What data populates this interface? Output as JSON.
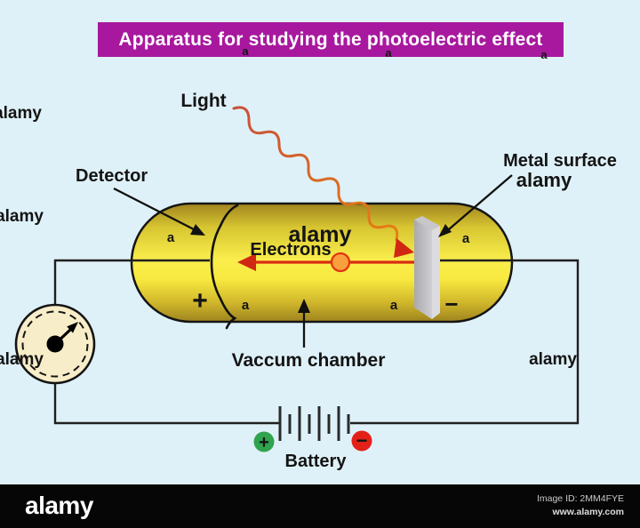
{
  "title": "Apparatus for studying the photoelectric effect",
  "labels": {
    "light": "Light",
    "detector": "Detector",
    "metal_surface": "Metal surface",
    "electrons": "Electrons",
    "vacuum_chamber": "Vaccum chamber",
    "battery": "Battery",
    "detector_polarity": "+",
    "metal_polarity": "−",
    "battery_positive": "+",
    "battery_negative": "−"
  },
  "watermarks": {
    "brand": "alamy",
    "letter": "a"
  },
  "footer": {
    "logo": "alamy",
    "image_id": "Image ID: 2MM4FYE",
    "website": "www.alamy.com"
  },
  "colors": {
    "background": "#dff1f8",
    "banner": "#a8189e",
    "chamber_yellow": "#f8ec48",
    "wire": "#1f1f1f",
    "light_ray_start": "#c9503a",
    "light_ray_end": "#e67f12",
    "electron_arrow": "#d92b10",
    "electron_fill": "#f7a03c",
    "metal_plate": "#babdc3",
    "gauge_fill": "#f7edc8",
    "battery_positive_terminal": "#2fa34d",
    "battery_negative_terminal": "#e32119"
  }
}
